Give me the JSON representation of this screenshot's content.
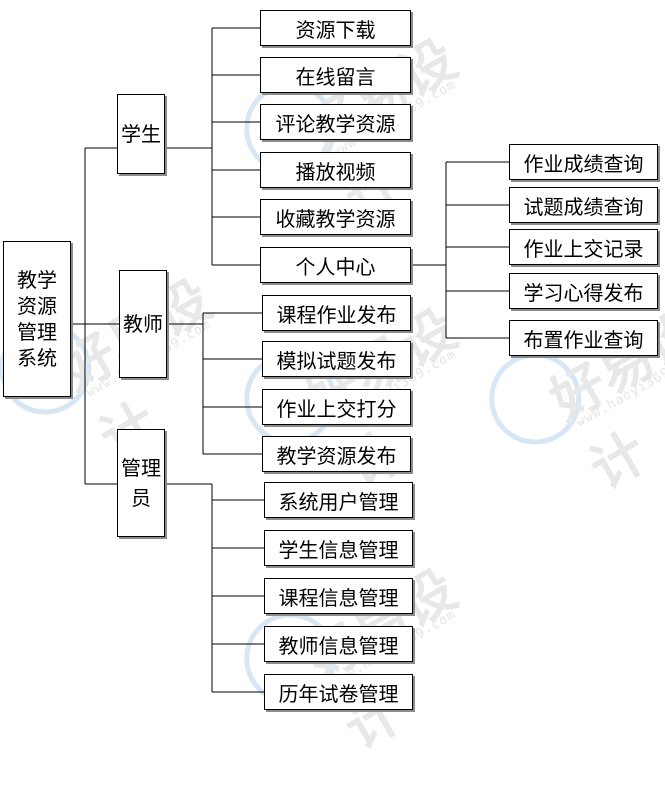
{
  "root": {
    "label": "教学资源管理系统"
  },
  "roles": [
    {
      "label": "学生",
      "children": [
        "资源下载",
        "在线留言",
        "评论教学资源",
        "播放视频",
        "收藏教学资源",
        "个人中心"
      ]
    },
    {
      "label": "教师",
      "children": [
        "课程作业发布",
        "模拟试题发布",
        "作业上交打分",
        "教学资源发布"
      ]
    },
    {
      "label": "管理员",
      "children": [
        "系统用户管理",
        "学生信息管理",
        "课程信息管理",
        "教师信息管理",
        "历年试卷管理"
      ]
    }
  ],
  "personal_center": {
    "children": [
      "作业成绩查询",
      "试题成绩查询",
      "作业上交记录",
      "学习心得发布",
      "布置作业查询"
    ]
  },
  "watermark": {
    "text": "好易设计",
    "url": "www.haoyi369.com"
  }
}
